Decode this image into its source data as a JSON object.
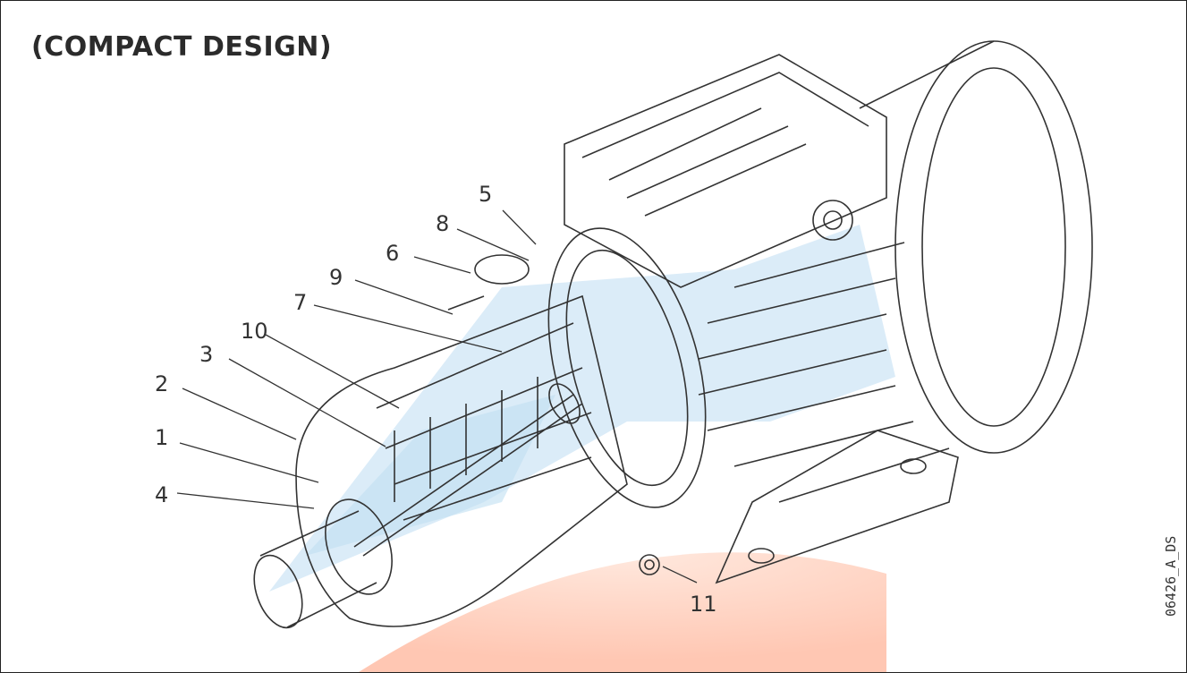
{
  "title": "(COMPACT DESIGN)",
  "drawing_code": "06426_A_DS",
  "colors": {
    "flow_blue": "#cfe6f5",
    "flow_orange": "#ffc9b4",
    "outline": "#333333"
  },
  "callouts": [
    {
      "id": "c1",
      "label": "1"
    },
    {
      "id": "c2",
      "label": "2"
    },
    {
      "id": "c3",
      "label": "3"
    },
    {
      "id": "c4",
      "label": "4"
    },
    {
      "id": "c5",
      "label": "5"
    },
    {
      "id": "c6",
      "label": "6"
    },
    {
      "id": "c7",
      "label": "7"
    },
    {
      "id": "c8",
      "label": "8"
    },
    {
      "id": "c9",
      "label": "9"
    },
    {
      "id": "c10",
      "label": "10"
    },
    {
      "id": "c11",
      "label": "11"
    }
  ]
}
